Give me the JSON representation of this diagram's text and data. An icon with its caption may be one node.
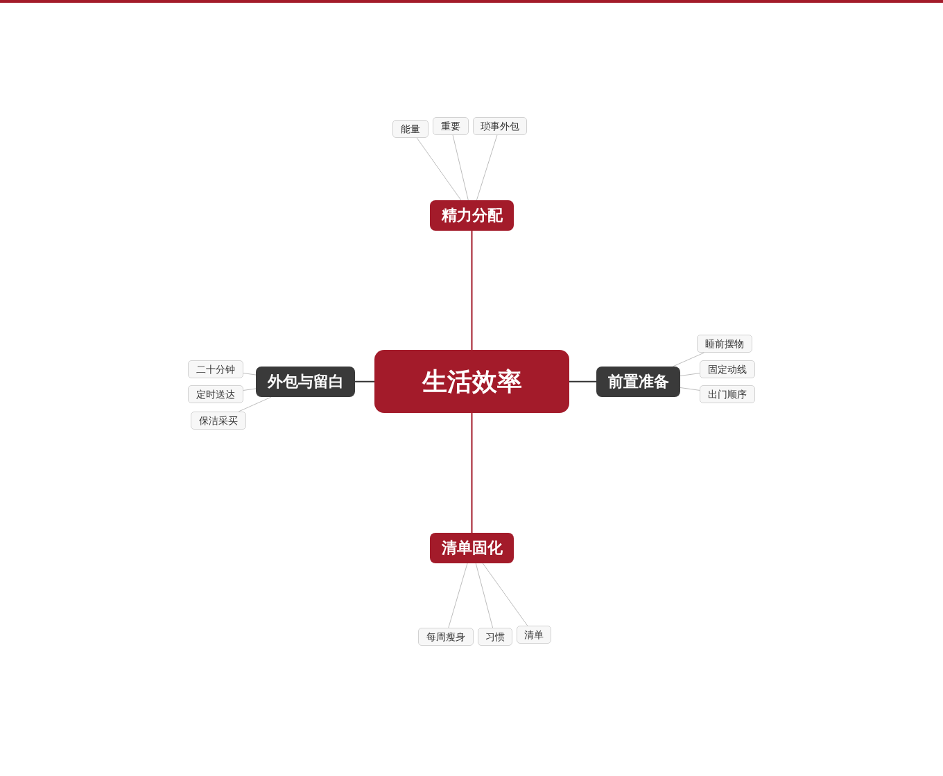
{
  "diagram": {
    "nodes": [
      {
        "text": [
          "生活效率"
        ]
      },
      {
        "text": [
          "精力分配"
        ]
      },
      {
        "text": [
          "能量"
        ]
      },
      {
        "text": [
          "重要"
        ]
      },
      {
        "text": [
          "琐事外包"
        ]
      },
      {
        "text": [
          "前置准备"
        ]
      },
      {
        "text": [
          "睡前摆物"
        ]
      },
      {
        "text": [
          "固定动线"
        ]
      },
      {
        "text": [
          "出门顺序"
        ]
      },
      {
        "text": [
          "清单固化"
        ]
      },
      {
        "text": [
          "每周瘦身"
        ]
      },
      {
        "text": [
          "习惯"
        ]
      },
      {
        "text": [
          "清单"
        ]
      },
      {
        "text": [
          "外包与留白"
        ]
      },
      {
        "text": [
          "二十分钟"
        ]
      },
      {
        "text": [
          "定时送达"
        ]
      },
      {
        "text": [
          "保洁采买"
        ]
      }
    ],
    "edges": [
      {
        "from": 0,
        "to": 1,
        "arrow": "none",
        "color": "#a31b2a"
      },
      {
        "from": 1,
        "to": 2,
        "arrow": "none"
      },
      {
        "from": 1,
        "to": 3,
        "arrow": "none"
      },
      {
        "from": 1,
        "to": 4,
        "arrow": "none"
      },
      {
        "from": 0,
        "to": 5,
        "arrow": "none",
        "color": "#333333"
      },
      {
        "from": 5,
        "to": 6,
        "arrow": "none"
      },
      {
        "from": 5,
        "to": 7,
        "arrow": "none"
      },
      {
        "from": 5,
        "to": 8,
        "arrow": "none"
      },
      {
        "from": 0,
        "to": 9,
        "arrow": "none",
        "color": "#a31b2a"
      },
      {
        "from": 9,
        "to": 10,
        "arrow": "none"
      },
      {
        "from": 9,
        "to": 11,
        "arrow": "none"
      },
      {
        "from": 9,
        "to": 12,
        "arrow": "none"
      },
      {
        "from": 0,
        "to": 13,
        "arrow": "none",
        "color": "#333333"
      },
      {
        "from": 13,
        "to": 14,
        "arrow": "none"
      },
      {
        "from": 13,
        "to": 15,
        "arrow": "none"
      },
      {
        "from": 13,
        "to": 16,
        "arrow": "none"
      }
    ]
  }
}
